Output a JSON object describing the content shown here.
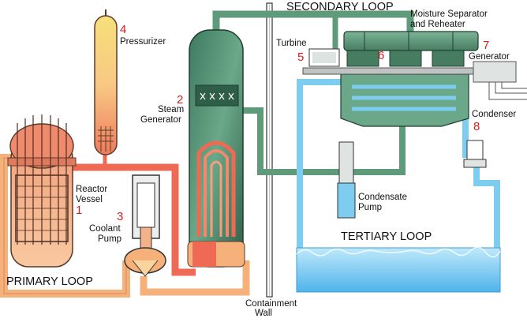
{
  "colors": {
    "primary_hot": "#ef6a55",
    "primary_warm": "#f6b07a",
    "primary_pale": "#f9d49c",
    "pressurizer_top": "#f6e07a",
    "secondary": "#5f9a7b",
    "secondary_dark": "#2f5e47",
    "tertiary": "#7ecdf0",
    "tertiary_dark": "#3f9ed3",
    "grey": "#bfc4c2",
    "number": "#d81e1e"
  },
  "loops": {
    "primary": "PRIMARY LOOP",
    "secondary": "SECONDARY LOOP",
    "tertiary": "TERTIARY LOOP"
  },
  "components": [
    {
      "number": "1",
      "name_lines": [
        "Reactor",
        "Vessel"
      ]
    },
    {
      "number": "2",
      "name_lines": [
        "Steam",
        "Generator"
      ]
    },
    {
      "number": "3",
      "name_lines": [
        "Coolant",
        "Pump"
      ]
    },
    {
      "number": "4",
      "name_lines": [
        "Pressurizer"
      ]
    },
    {
      "number": "5",
      "name_lines": [
        "Turbine"
      ]
    },
    {
      "number": "6",
      "name_lines": [
        "Moisture Separator",
        "and Reheater"
      ]
    },
    {
      "number": "7",
      "name_lines": [
        "Generator"
      ]
    },
    {
      "number": "8",
      "name_lines": [
        "Condenser"
      ]
    }
  ],
  "other_labels": {
    "condensate_pump": [
      "Condensate",
      "Pump"
    ],
    "containment_wall": [
      "Containment",
      "Wall"
    ]
  }
}
